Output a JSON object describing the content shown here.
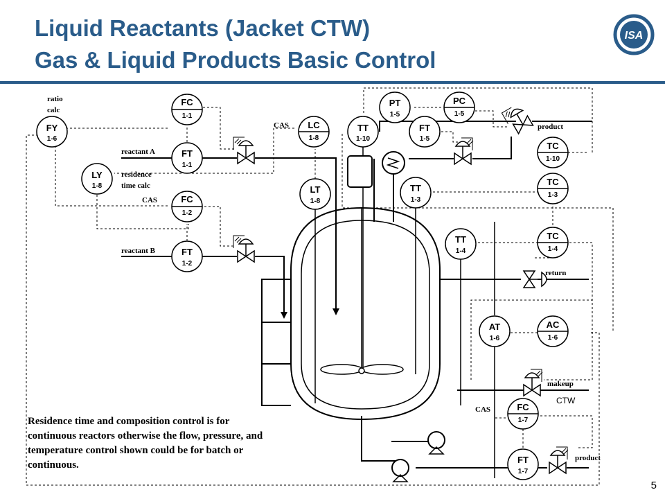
{
  "title": {
    "line1": "Liquid Reactants (Jacket CTW)",
    "line2": "Gas & Liquid Products Basic Control"
  },
  "logo": {
    "text": "ISA",
    "icon": "isa-logo-icon"
  },
  "instruments": {
    "fy16": {
      "tag": "FY",
      "num": "1-6"
    },
    "ly18": {
      "tag": "LY",
      "num": "1-8"
    },
    "fc11": {
      "tag": "FC",
      "num": "1-1"
    },
    "ft11": {
      "tag": "FT",
      "num": "1-1"
    },
    "fc12": {
      "tag": "FC",
      "num": "1-2"
    },
    "ft12": {
      "tag": "FT",
      "num": "1-2"
    },
    "lc18": {
      "tag": "LC",
      "num": "1-8"
    },
    "lt18": {
      "tag": "LT",
      "num": "1-8"
    },
    "tt110": {
      "tag": "TT",
      "num": "1-10"
    },
    "pt15": {
      "tag": "PT",
      "num": "1-5"
    },
    "pc15": {
      "tag": "PC",
      "num": "1-5"
    },
    "ft15": {
      "tag": "FT",
      "num": "1-5"
    },
    "tc110": {
      "tag": "TC",
      "num": "1-10"
    },
    "tt13": {
      "tag": "TT",
      "num": "1-3"
    },
    "tc13": {
      "tag": "TC",
      "num": "1-3"
    },
    "tt14": {
      "tag": "TT",
      "num": "1-4"
    },
    "tc14": {
      "tag": "TC",
      "num": "1-4"
    },
    "at16": {
      "tag": "AT",
      "num": "1-6"
    },
    "ac16": {
      "tag": "AC",
      "num": "1-6"
    },
    "fc17": {
      "tag": "FC",
      "num": "1-7"
    },
    "ft17": {
      "tag": "FT",
      "num": "1-7"
    }
  },
  "labels": {
    "ratio_calc_1": "ratio",
    "ratio_calc_2": "calc",
    "reactant_a": "reactant A",
    "residence_1": "residence",
    "residence_2": "time calc",
    "cas_fc12": "CAS",
    "reactant_b": "reactant B",
    "cas_lc": "CAS",
    "product_top": "product",
    "return": "return",
    "makeup": "makeup",
    "ctw": "CTW",
    "cas_fc17": "CAS",
    "product_bottom": "product"
  },
  "note": "Residence time and composition control is for continuous reactors otherwise the flow, pressure, and temperature control shown could be for batch or continuous.",
  "page_number": "5",
  "colors": {
    "title": "#2a5c8a",
    "rule": "#2a5c8a",
    "logo": "#2a5c8a"
  }
}
